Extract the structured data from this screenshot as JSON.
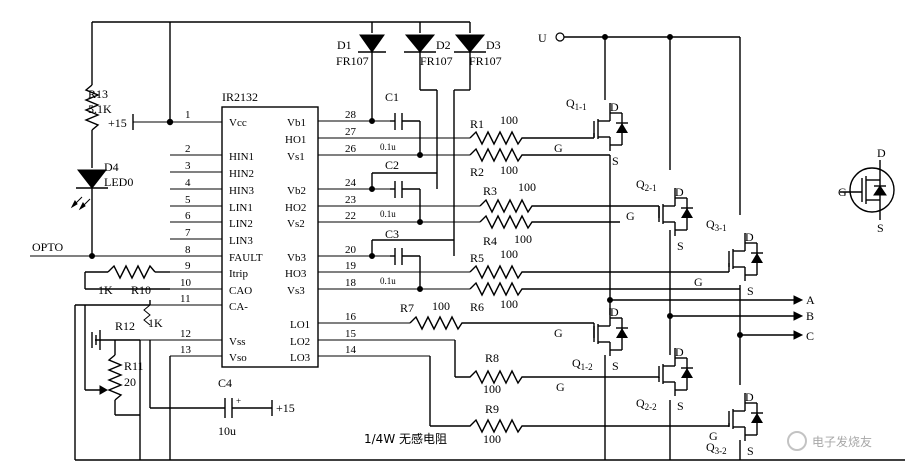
{
  "chip": {
    "name": "IR2132",
    "left_pins": [
      {
        "num": "1",
        "name": "Vcc"
      },
      {
        "num": "2",
        "name": "HIN1"
      },
      {
        "num": "3",
        "name": "HIN2"
      },
      {
        "num": "4",
        "name": "HIN3"
      },
      {
        "num": "5",
        "name": "LIN1"
      },
      {
        "num": "6",
        "name": "LIN2"
      },
      {
        "num": "7",
        "name": "LIN3"
      },
      {
        "num": "8",
        "name": "FAULT"
      },
      {
        "num": "9",
        "name": "Itrip"
      },
      {
        "num": "10",
        "name": "CAO"
      },
      {
        "num": "11",
        "name": "CA-"
      },
      {
        "num": "12",
        "name": "Vss"
      },
      {
        "num": "13",
        "name": "Vso"
      }
    ],
    "right_pins": [
      {
        "num": "28",
        "name": "Vb1"
      },
      {
        "num": "27",
        "name": "HO1"
      },
      {
        "num": "26",
        "name": "Vs1"
      },
      {
        "num": "24",
        "name": "Vb2"
      },
      {
        "num": "23",
        "name": "HO2"
      },
      {
        "num": "22",
        "name": "Vs2"
      },
      {
        "num": "20",
        "name": "Vb3"
      },
      {
        "num": "19",
        "name": "HO3"
      },
      {
        "num": "18",
        "name": "Vs3"
      },
      {
        "num": "16",
        "name": "LO1"
      },
      {
        "num": "15",
        "name": "LO2"
      },
      {
        "num": "14",
        "name": "LO3"
      }
    ]
  },
  "diodes": [
    {
      "ref": "D1",
      "part": "FR107"
    },
    {
      "ref": "D2",
      "part": "FR107"
    },
    {
      "ref": "D3",
      "part": "FR107"
    }
  ],
  "capacitors": [
    {
      "ref": "C1",
      "value": "0.1u"
    },
    {
      "ref": "C2",
      "value": "0.1u"
    },
    {
      "ref": "C3",
      "value": "0.1u"
    },
    {
      "ref": "C4",
      "value": "10u"
    }
  ],
  "resistors": [
    {
      "ref": "R1",
      "value": "100"
    },
    {
      "ref": "R2",
      "value": "100"
    },
    {
      "ref": "R3",
      "value": "100"
    },
    {
      "ref": "R4",
      "value": "100"
    },
    {
      "ref": "R5",
      "value": "100"
    },
    {
      "ref": "R6",
      "value": "100"
    },
    {
      "ref": "R7",
      "value": "100"
    },
    {
      "ref": "R8",
      "value": "100"
    },
    {
      "ref": "R9",
      "value": "100"
    }
  ],
  "r13": {
    "ref": "R13",
    "value": "5.1K"
  },
  "d4": {
    "ref": "D4",
    "part": "LED0"
  },
  "r10": {
    "ref": "R10",
    "value": "1K",
    "extra": "1K"
  },
  "r12": {
    "ref": "R12"
  },
  "r11": {
    "ref": "R11",
    "value": "20"
  },
  "supply": {
    "plus15": "+15",
    "u": "U"
  },
  "opto": "OPTO",
  "outputs": [
    "A",
    "B",
    "C"
  ],
  "transistors": [
    {
      "ref": "Q",
      "sub": "1-1"
    },
    {
      "ref": "Q",
      "sub": "2-1"
    },
    {
      "ref": "Q",
      "sub": "3-1"
    },
    {
      "ref": "Q",
      "sub": "1-2"
    },
    {
      "ref": "Q",
      "sub": "2-2"
    },
    {
      "ref": "Q",
      "sub": "3-2"
    }
  ],
  "pin_letters": {
    "g": "G",
    "d": "D",
    "s": "S"
  },
  "note": "1/4W 无感电阻",
  "watermark": "电子发烧友"
}
